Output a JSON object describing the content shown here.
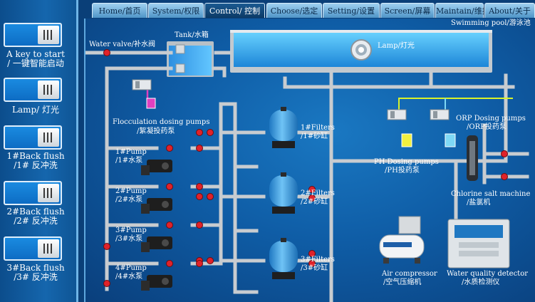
{
  "tabs": [
    {
      "label": "Home/首页"
    },
    {
      "label": "System/权限"
    },
    {
      "label": "Control/ 控制"
    },
    {
      "label": "Choose/选定"
    },
    {
      "label": "Setting/设置"
    },
    {
      "label": "Screen/屏幕"
    },
    {
      "label": "Maintain/维护"
    },
    {
      "label": "About/关于"
    }
  ],
  "sidebar": {
    "buttons": [
      {
        "label_en": "A key to start",
        "label_cn": "/ 一键智能启动"
      },
      {
        "label_en": "Lamp/ 灯光",
        "label_cn": ""
      },
      {
        "label_en": "1#Back flush",
        "label_cn": "/1# 反冲洗"
      },
      {
        "label_en": "2#Back flush",
        "label_cn": "/2# 反冲洗"
      },
      {
        "label_en": "3#Back flush",
        "label_cn": "/3# 反冲洗"
      }
    ]
  },
  "diagram": {
    "pool": "Swimming pool/游泳池",
    "lamp": "Lamp/灯光",
    "tank": "Tank/水箱",
    "water_valve": "Water valve/补水阀",
    "flocculation_en": "Flocculation dosing pumps",
    "flocculation_cn": "/絮凝投药泵",
    "filters": [
      {
        "en": "1#Filters",
        "cn": "/1#砂缸"
      },
      {
        "en": "2#Filters",
        "cn": "/2#砂缸"
      },
      {
        "en": "3#Filters",
        "cn": "/3#砂缸"
      }
    ],
    "pumps": [
      {
        "en": "1#Pump",
        "cn": "/1#水泵"
      },
      {
        "en": "2#Pump",
        "cn": "/2#水泵"
      },
      {
        "en": "3#Pump",
        "cn": "/3#水泵"
      },
      {
        "en": "4#Pump",
        "cn": "/4#水泵"
      }
    ],
    "ph_en": "PH Dosing pumps",
    "ph_cn": "/PH投药泵",
    "orp_en": "ORP Dosing pumps",
    "orp_cn": "/ORP投药泵",
    "chlorine_en": "Chlorine salt machine",
    "chlorine_cn": "/盐氯机",
    "compressor_en": "Air compressor",
    "compressor_cn": "/空气压缩机",
    "wqd_en": "Water quality detector",
    "wqd_cn": "/水质检测仪"
  },
  "colors": {
    "pipe": "#c8ccd0",
    "valve": "#e0222a",
    "background": "#1a6db8",
    "active_tab": "#123f6a",
    "flocculant": "#e040c0",
    "ph_liquid": "#f2f040",
    "orp_liquid": "#7fd8f5"
  }
}
